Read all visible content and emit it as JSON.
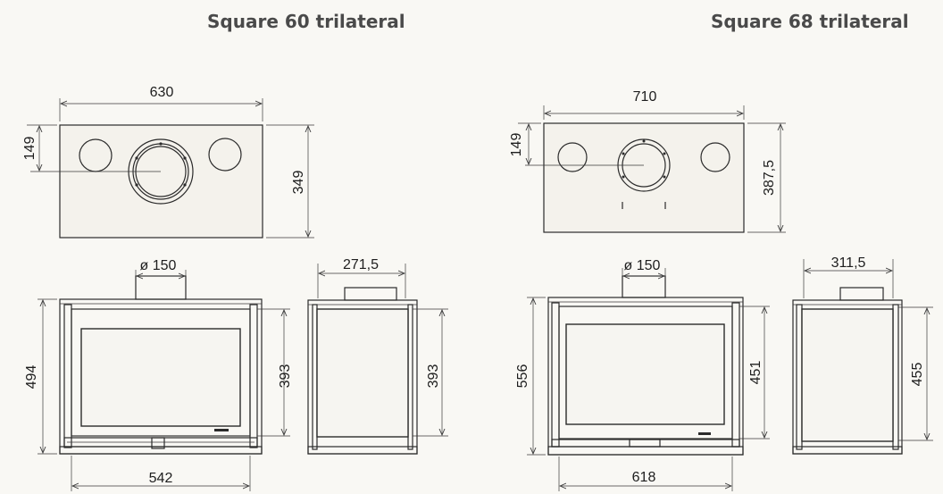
{
  "titles": {
    "left": "Square 60 trilateral",
    "right": "Square 68 trilateral"
  },
  "model_a": {
    "top_width": "630",
    "top_offset": "149",
    "top_depth": "349",
    "flue_diameter": "ø 150",
    "side_depth": "271,5",
    "height": "494",
    "glass_height_front": "393",
    "glass_height_side": "393",
    "bottom_width": "542"
  },
  "model_b": {
    "top_width": "710",
    "top_offset": "149",
    "top_depth": "387,5",
    "flue_diameter": "ø  150",
    "side_depth": "311,5",
    "height": "556",
    "glass_height_front": "451",
    "glass_height_side": "455",
    "bottom_width": "618"
  },
  "colors": {
    "background": "#f9f8f4",
    "title": "#4a4a4a",
    "line": "#2b2b2b"
  }
}
